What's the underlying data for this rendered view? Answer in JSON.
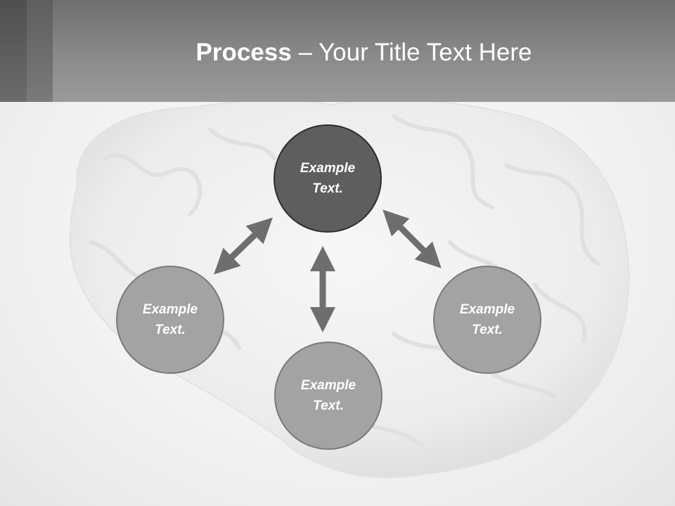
{
  "header": {
    "title_bold": "Process",
    "title_rest": " – Your Title Text Here"
  },
  "colors": {
    "header": "#8a8a8a",
    "node_dark": "#5e5e5e",
    "node_light": "#a3a3a3",
    "arrow": "#6e6e6e"
  },
  "nodes": [
    {
      "label": "Example\nText.",
      "style": "dark"
    },
    {
      "label": "Example\nText.",
      "style": "light"
    },
    {
      "label": "Example\nText.",
      "style": "light"
    },
    {
      "label": "Example\nText.",
      "style": "light"
    }
  ],
  "background_image": "brain-illustration"
}
